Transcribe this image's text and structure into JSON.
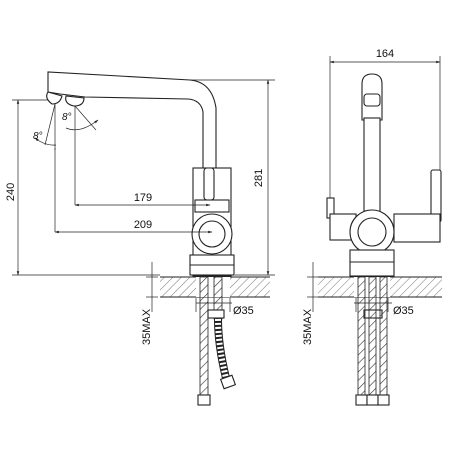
{
  "diagram": {
    "dimensions": {
      "width_top": "164",
      "height_left": "240",
      "height_right": "281",
      "reach_upper": "179",
      "reach_lower": "209",
      "hole_left": "Ø35",
      "hole_right": "Ø35",
      "max_thickness_left": "35MAX",
      "max_thickness_right": "35MAX",
      "angle_left": "8°",
      "angle_right": "8°"
    },
    "colors": {
      "line": "#222222",
      "background": "#ffffff"
    }
  }
}
